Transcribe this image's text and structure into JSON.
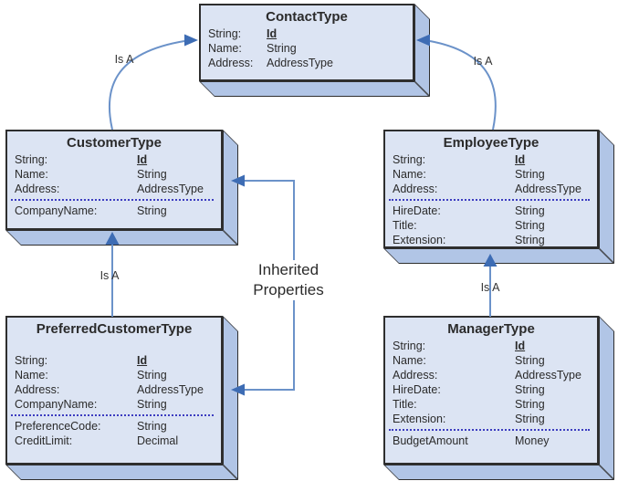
{
  "nodes": [
    {
      "title": "ContactType",
      "fields": [
        {
          "label": "String:",
          "value": "Id"
        },
        {
          "label": "Name:",
          "value": "String"
        },
        {
          "label": "Address:",
          "value": "AddressType"
        }
      ],
      "fields2": []
    },
    {
      "title": "CustomerType",
      "fields": [
        {
          "label": "String:",
          "value": "Id"
        },
        {
          "label": "Name:",
          "value": "String"
        },
        {
          "label": "Address:",
          "value": "AddressType"
        }
      ],
      "fields2": [
        {
          "label": "CompanyName:",
          "value": "String"
        }
      ]
    },
    {
      "title": "EmployeeType",
      "fields": [
        {
          "label": "String:",
          "value": "Id"
        },
        {
          "label": "Name:",
          "value": "String"
        },
        {
          "label": "Address:",
          "value": "AddressType"
        }
      ],
      "fields2": [
        {
          "label": "HireDate:",
          "value": "String"
        },
        {
          "label": "Title:",
          "value": "String"
        },
        {
          "label": "Extension:",
          "value": "String"
        }
      ]
    },
    {
      "title": "PreferredCustomerType",
      "fields": [
        {
          "label": "String:",
          "value": "Id"
        },
        {
          "label": "Name:",
          "value": "String"
        },
        {
          "label": "Address:",
          "value": "AddressType"
        },
        {
          "label": "CompanyName:",
          "value": "String"
        }
      ],
      "fields2": [
        {
          "label": "PreferenceCode:",
          "value": "String"
        },
        {
          "label": "CreditLimit:",
          "value": "Decimal"
        }
      ]
    },
    {
      "title": "ManagerType",
      "fields": [
        {
          "label": "String:",
          "value": "Id"
        },
        {
          "label": "Name:",
          "value": "String"
        },
        {
          "label": "Address:",
          "value": "AddressType"
        },
        {
          "label": "HireDate:",
          "value": "String"
        },
        {
          "label": "Title:",
          "value": "String"
        },
        {
          "label": "Extension:",
          "value": "String"
        }
      ],
      "fields2": [
        {
          "label": "BudgetAmount",
          "value": "Money"
        }
      ]
    }
  ],
  "edges": [
    {
      "label": "Is A",
      "from": "CustomerType",
      "to": "ContactType",
      "style": "curved"
    },
    {
      "label": "Is A",
      "from": "EmployeeType",
      "to": "ContactType",
      "style": "curved"
    },
    {
      "label": "Is A",
      "from": "PreferredCustomerType",
      "to": "CustomerType",
      "style": "straight"
    },
    {
      "label": "Is A",
      "from": "ManagerType",
      "to": "EmployeeType",
      "style": "straight"
    },
    {
      "label": "Inherited Properties",
      "from": "CustomerType",
      "to": "PreferredCustomerType",
      "style": "elbow"
    }
  ],
  "labels": {
    "inherited_line1": "Inherited",
    "inherited_line2": "Properties"
  },
  "colors": {
    "box_face": "#dce4f3",
    "box_side": "#b1c5e6",
    "box_border": "#2e2e2e",
    "arrow_line": "#6b92c9",
    "arrow_head": "#3d6cb4",
    "divider_dotted": "#3c3cc0",
    "text": "#2b2b2b",
    "background": "#ffffff"
  }
}
